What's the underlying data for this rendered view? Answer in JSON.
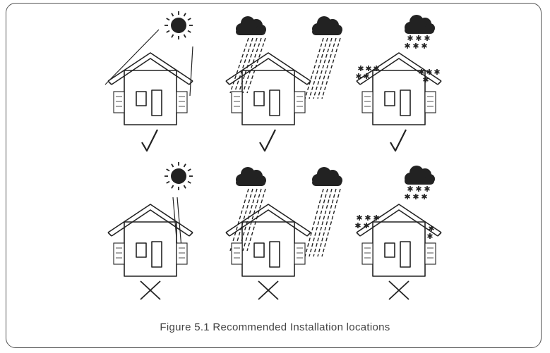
{
  "figure": {
    "caption": "Figure 5.1 Recommended Installation locations",
    "rows": [
      {
        "verdict": "check",
        "panels": [
          {
            "weather": "sun",
            "protected": true
          },
          {
            "weather": "rain",
            "protected": true
          },
          {
            "weather": "snow",
            "protected": true
          }
        ]
      },
      {
        "verdict": "cross",
        "panels": [
          {
            "weather": "sun",
            "protected": false
          },
          {
            "weather": "rain",
            "protected": false
          },
          {
            "weather": "snow",
            "protected": false
          }
        ]
      }
    ],
    "icons": {
      "sun": "sun-icon",
      "rain": "rain-cloud-icon",
      "snow": "snow-cloud-icon",
      "check": "check-mark-icon",
      "cross": "cross-mark-icon"
    },
    "colors": {
      "ink": "#222222",
      "frame": "#555555",
      "caption": "#444444"
    }
  }
}
